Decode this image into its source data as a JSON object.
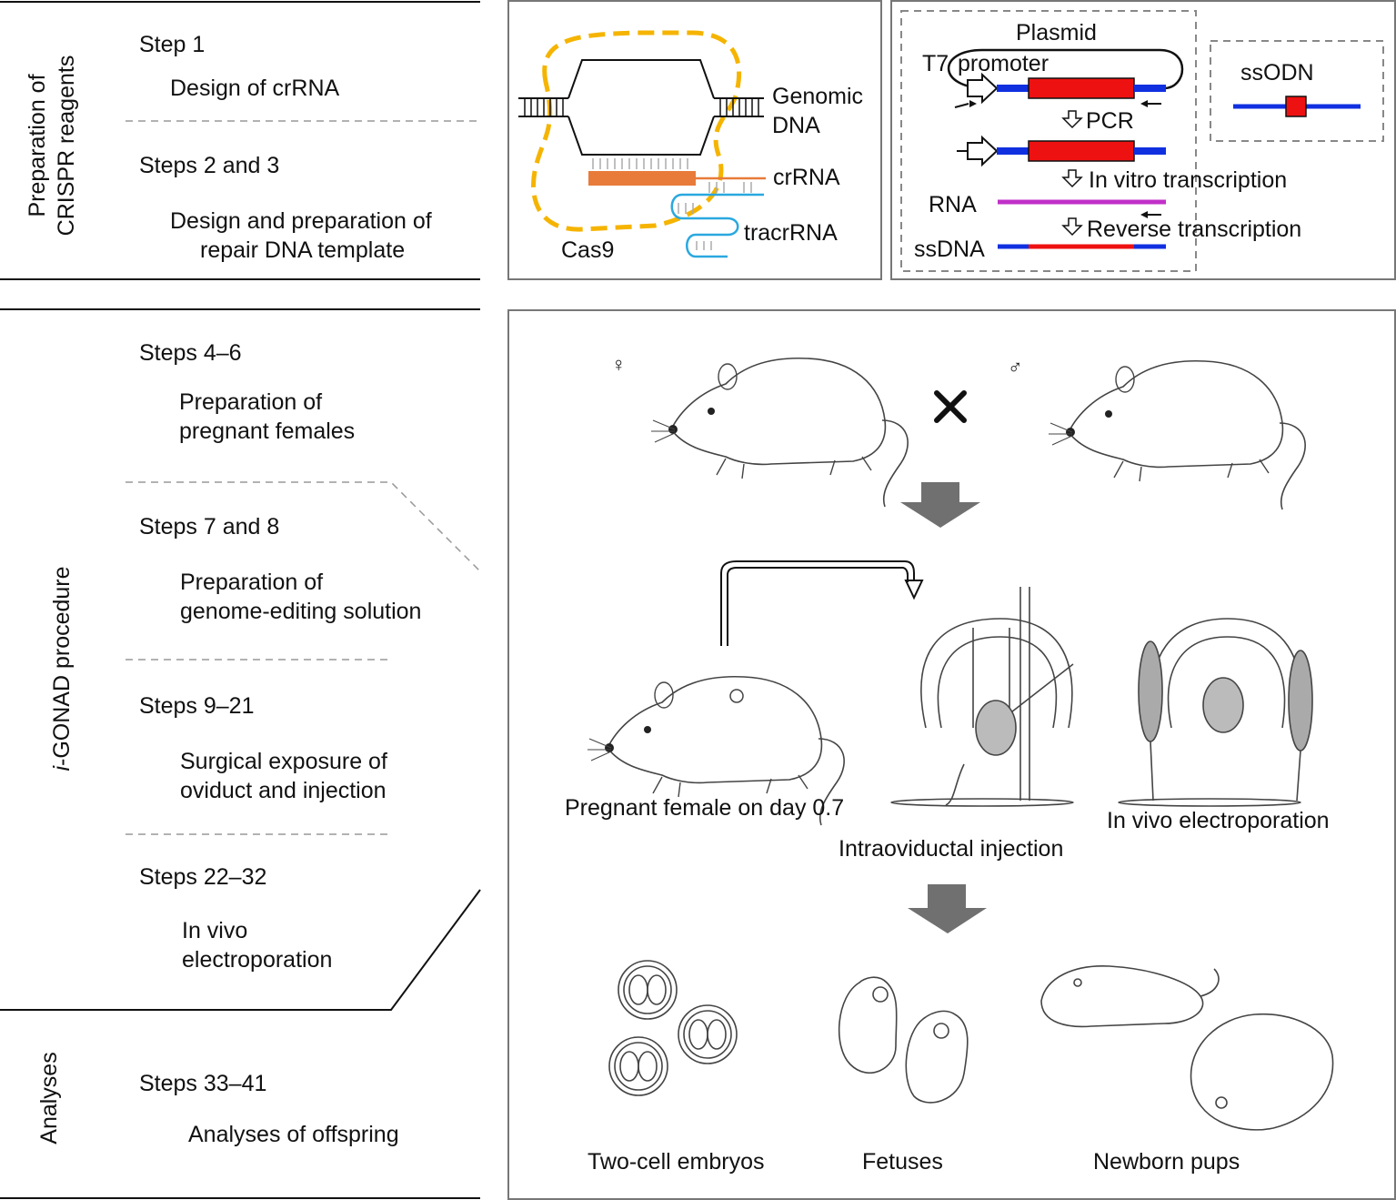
{
  "sidebar": {
    "sections": [
      {
        "title_line1": "Preparation of",
        "title_line2": "CRISPR reagents"
      },
      {
        "title_italic": "i",
        "title_rest": "-GONAD procedure"
      },
      {
        "title": "Analyses"
      }
    ],
    "steps": [
      {
        "step": "Step 1",
        "desc_line1": "Design of crRNA",
        "desc_line2": ""
      },
      {
        "step": "Steps 2 and 3",
        "desc_line1": "Design and preparation of",
        "desc_line2": "repair DNA template"
      },
      {
        "step": "Steps 4–6",
        "desc_line1": "Preparation of",
        "desc_line2": "pregnant females"
      },
      {
        "step": "Steps 7 and 8",
        "desc_line1": "Preparation of",
        "desc_line2": "genome-editing solution"
      },
      {
        "step": "Steps 9–21",
        "desc_line1": "Surgical exposure of",
        "desc_line2": "oviduct and injection"
      },
      {
        "step": "Steps 22–32",
        "desc_line1": "In vivo",
        "desc_line2": "electroporation"
      },
      {
        "step": "Steps 33–41",
        "desc_line1": "Analyses of offspring",
        "desc_line2": ""
      }
    ]
  },
  "crispr_panel": {
    "genomic_line1": "Genomic",
    "genomic_line2": "DNA",
    "crrna": "crRNA",
    "tracrrna": "tracrRNA",
    "cas9": "Cas9"
  },
  "template_panel": {
    "plasmid": "Plasmid",
    "t7": "T7",
    "promoter": "promoter",
    "pcr": "PCR",
    "ivt": "In vitro transcription",
    "rna": "RNA",
    "rt": "Reverse transcription",
    "ssdna": "ssDNA",
    "ssodn": "ssODN"
  },
  "procedure_panel": {
    "female_symbol": "♀",
    "male_symbol": "♂",
    "pregnant_female": "Pregnant female on day 0.7",
    "injection": "Intraoviductal injection",
    "electroporation": "In vivo electroporation",
    "two_cell": "Two-cell embryos",
    "fetuses": "Fetuses",
    "pups": "Newborn pups"
  },
  "colors": {
    "cas9_outline": "#f5b400",
    "crrna": "#e87b3a",
    "tracrrna": "#2aa8df",
    "dna_blue": "#1030e0",
    "insert_red": "#ee1111",
    "rna_magenta": "#c030c8",
    "panel_border": "#777777",
    "big_arrow": "#707070"
  }
}
